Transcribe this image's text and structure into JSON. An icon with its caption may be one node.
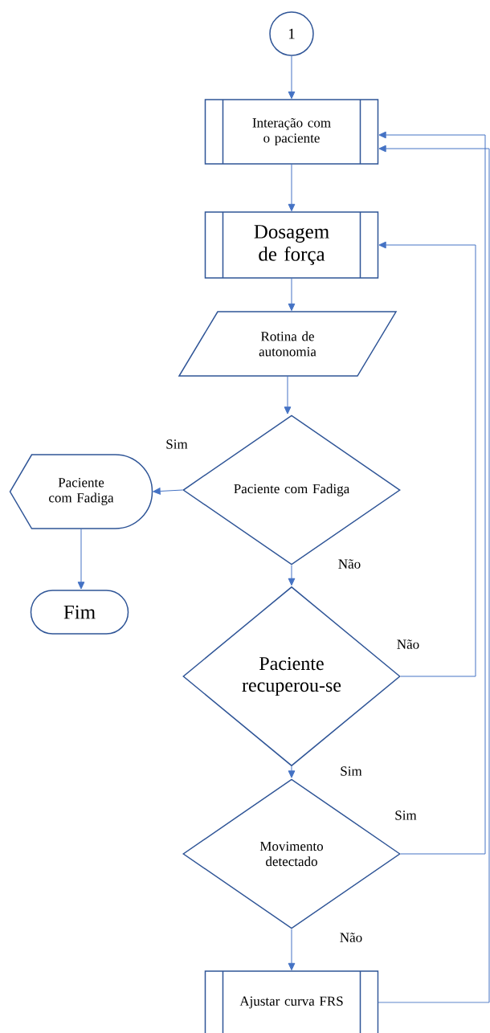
{
  "diagram": {
    "nodes": [
      {
        "text": [
          "1"
        ]
      },
      {
        "text": [
          "Interação com o paciente"
        ]
      },
      {
        "text": [
          "Dosagem de força"
        ]
      },
      {
        "text": [
          "Rotina de autonomia"
        ]
      },
      {
        "text": [
          "Paciente com Fadiga"
        ]
      },
      {
        "text": [
          "Paciente com Fadiga"
        ]
      },
      {
        "text": [
          "Fim"
        ]
      },
      {
        "text": [
          "Paciente recuperou-se"
        ]
      },
      {
        "text": [
          "Movimento detectado"
        ]
      },
      {
        "text": [
          "Ajustar curva FRS"
        ]
      }
    ],
    "edges": [
      {
        "from": 0,
        "to": 1,
        "arrow": "to"
      },
      {
        "from": 1,
        "to": 2,
        "arrow": "to"
      },
      {
        "from": 2,
        "to": 3,
        "arrow": "to"
      },
      {
        "from": 3,
        "to": 4,
        "arrow": "to"
      },
      {
        "from": 4,
        "to": 5,
        "arrow": "to",
        "label": "Sim"
      },
      {
        "from": 5,
        "to": 6,
        "arrow": "to"
      },
      {
        "from": 4,
        "to": 7,
        "arrow": "to",
        "label": "Não"
      },
      {
        "from": 7,
        "to": 2,
        "arrow": "to",
        "label": "Não"
      },
      {
        "from": 7,
        "to": 8,
        "arrow": "to",
        "label": "Sim"
      },
      {
        "from": 8,
        "to": 1,
        "arrow": "to",
        "label": "Sim"
      },
      {
        "from": 8,
        "to": 9,
        "arrow": "to",
        "label": "Não"
      },
      {
        "from": 9,
        "to": 1,
        "arrow": "to"
      }
    ]
  }
}
